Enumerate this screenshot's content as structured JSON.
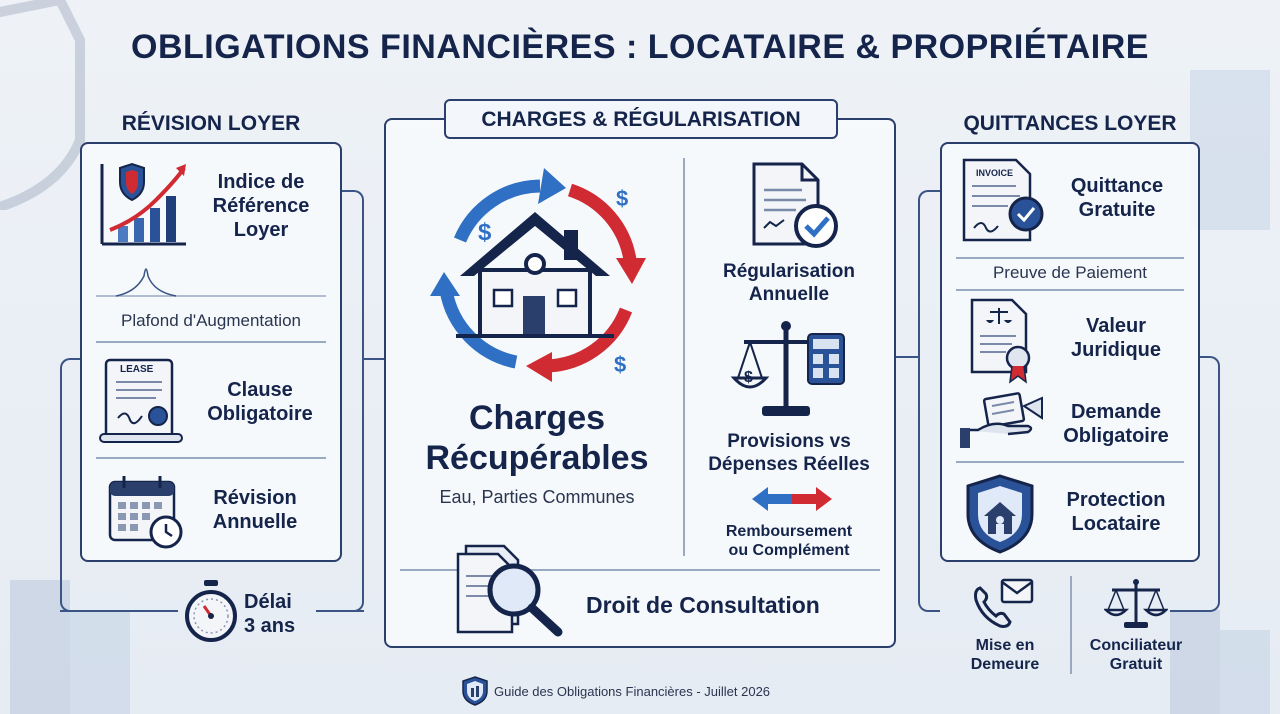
{
  "title": "OBLIGATIONS FINANCIÈRES : LOCATAIRE & PROPRIÉTAIRE",
  "left": {
    "heading": "RÉVISION LOYER",
    "item1": "Indice de\nRéférence\nLoyer",
    "note": "Plafond d'Augmentation",
    "lease_tag": "LEASE",
    "item2": "Clause\nObligatoire",
    "item3": "Révision\nAnnuelle",
    "delay": "Délai\n3 ans"
  },
  "center": {
    "heading": "CHARGES & RÉGULARISATION",
    "main_title": "Charges\nRécupérables",
    "main_sub": "Eau, Parties Communes",
    "item1": "Régularisation\nAnnuelle",
    "item2": "Provisions vs\nDépenses Réelles",
    "item3": "Remboursement\nou Complément",
    "bottom": "Droit de Consultation"
  },
  "right": {
    "heading": "QUITTANCES LOYER",
    "invoice_tag": "INVOICE",
    "item1": "Quittance\nGratuite",
    "note": "Preuve de Paiement",
    "item2": "Valeur\nJuridique",
    "item3": "Demande\nObligatoire",
    "item4": "Protection\nLocataire",
    "bottom1": "Mise en\nDemeure",
    "bottom2": "Conciliateur\nGratuit"
  },
  "footer": "Guide des Obligations Financières - Juillet 2026",
  "colors": {
    "navy": "#15244a",
    "blue": "#2f6fc4",
    "red": "#d02a33"
  }
}
